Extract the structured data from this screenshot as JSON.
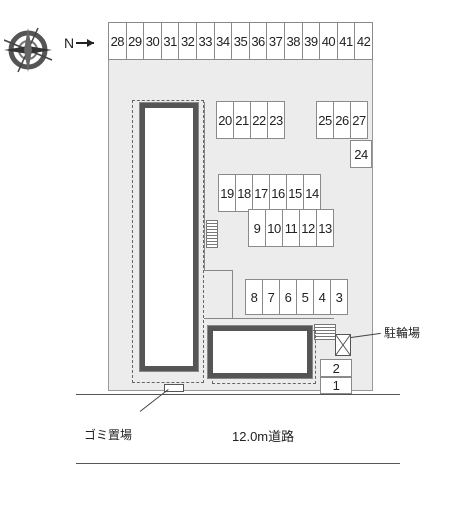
{
  "map": {
    "compass": {
      "label": "N",
      "icon": "compass-icon"
    },
    "stalls": {
      "top_row": [
        "28",
        "29",
        "30",
        "31",
        "32",
        "33",
        "34",
        "35",
        "36",
        "37",
        "38",
        "39",
        "40",
        "41",
        "42"
      ],
      "row_20_23": [
        "20",
        "21",
        "22",
        "23"
      ],
      "row_25_27": [
        "25",
        "26",
        "27"
      ],
      "stall_24": "24",
      "row_14_19": [
        "19",
        "18",
        "17",
        "16",
        "15",
        "14"
      ],
      "row_9_13": [
        "9",
        "10",
        "11",
        "12",
        "13"
      ],
      "row_3_8": [
        "8",
        "7",
        "6",
        "5",
        "4",
        "3"
      ],
      "stall_2": "2",
      "stall_1": "1"
    },
    "labels": {
      "bicycle_parking": "駐輪場",
      "garbage": "ゴミ置場",
      "road": "12.0m道路"
    }
  }
}
